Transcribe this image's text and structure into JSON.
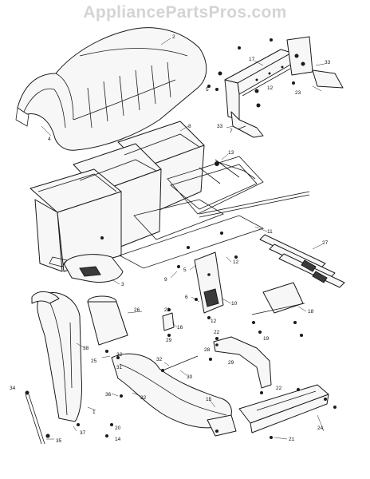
{
  "watermark": "AppliancePartsPros.com",
  "callouts": [
    {
      "id": "c1",
      "text": "1"
    },
    {
      "id": "c2",
      "text": "2"
    },
    {
      "id": "c3",
      "text": "3"
    },
    {
      "id": "c4",
      "text": "4"
    },
    {
      "id": "c5",
      "text": "5"
    },
    {
      "id": "c5b",
      "text": "5"
    },
    {
      "id": "c6",
      "text": "6"
    },
    {
      "id": "c7",
      "text": "7"
    },
    {
      "id": "c8",
      "text": "8"
    },
    {
      "id": "c9",
      "text": "9"
    },
    {
      "id": "c10",
      "text": "10"
    },
    {
      "id": "c11",
      "text": "11"
    },
    {
      "id": "c12",
      "text": "12"
    },
    {
      "id": "c12b",
      "text": "12"
    },
    {
      "id": "c12c",
      "text": "12"
    },
    {
      "id": "c12d",
      "text": "12"
    },
    {
      "id": "c13",
      "text": "13"
    },
    {
      "id": "c14",
      "text": "14"
    },
    {
      "id": "c15",
      "text": "15"
    },
    {
      "id": "c16",
      "text": "16"
    },
    {
      "id": "c17",
      "text": "17"
    },
    {
      "id": "c18",
      "text": "18"
    },
    {
      "id": "c19",
      "text": "19"
    },
    {
      "id": "c20",
      "text": "20"
    },
    {
      "id": "c21",
      "text": "21"
    },
    {
      "id": "c22",
      "text": "22"
    },
    {
      "id": "c22b",
      "text": "22"
    },
    {
      "id": "c22c",
      "text": "22"
    },
    {
      "id": "c23",
      "text": "23"
    },
    {
      "id": "c24",
      "text": "24"
    },
    {
      "id": "c25",
      "text": "25"
    },
    {
      "id": "c26",
      "text": "26"
    },
    {
      "id": "c27",
      "text": "27"
    },
    {
      "id": "c28",
      "text": "28"
    },
    {
      "id": "c29",
      "text": "29"
    },
    {
      "id": "c29b",
      "text": "29"
    },
    {
      "id": "c30",
      "text": "30"
    },
    {
      "id": "c31",
      "text": "31"
    },
    {
      "id": "c32",
      "text": "32"
    },
    {
      "id": "c32b",
      "text": "32"
    },
    {
      "id": "c33",
      "text": "33"
    },
    {
      "id": "c33b",
      "text": "33"
    },
    {
      "id": "c34",
      "text": "34"
    },
    {
      "id": "c35",
      "text": "35"
    },
    {
      "id": "c36",
      "text": "36"
    },
    {
      "id": "c37",
      "text": "37"
    },
    {
      "id": "c38",
      "text": "38"
    }
  ]
}
